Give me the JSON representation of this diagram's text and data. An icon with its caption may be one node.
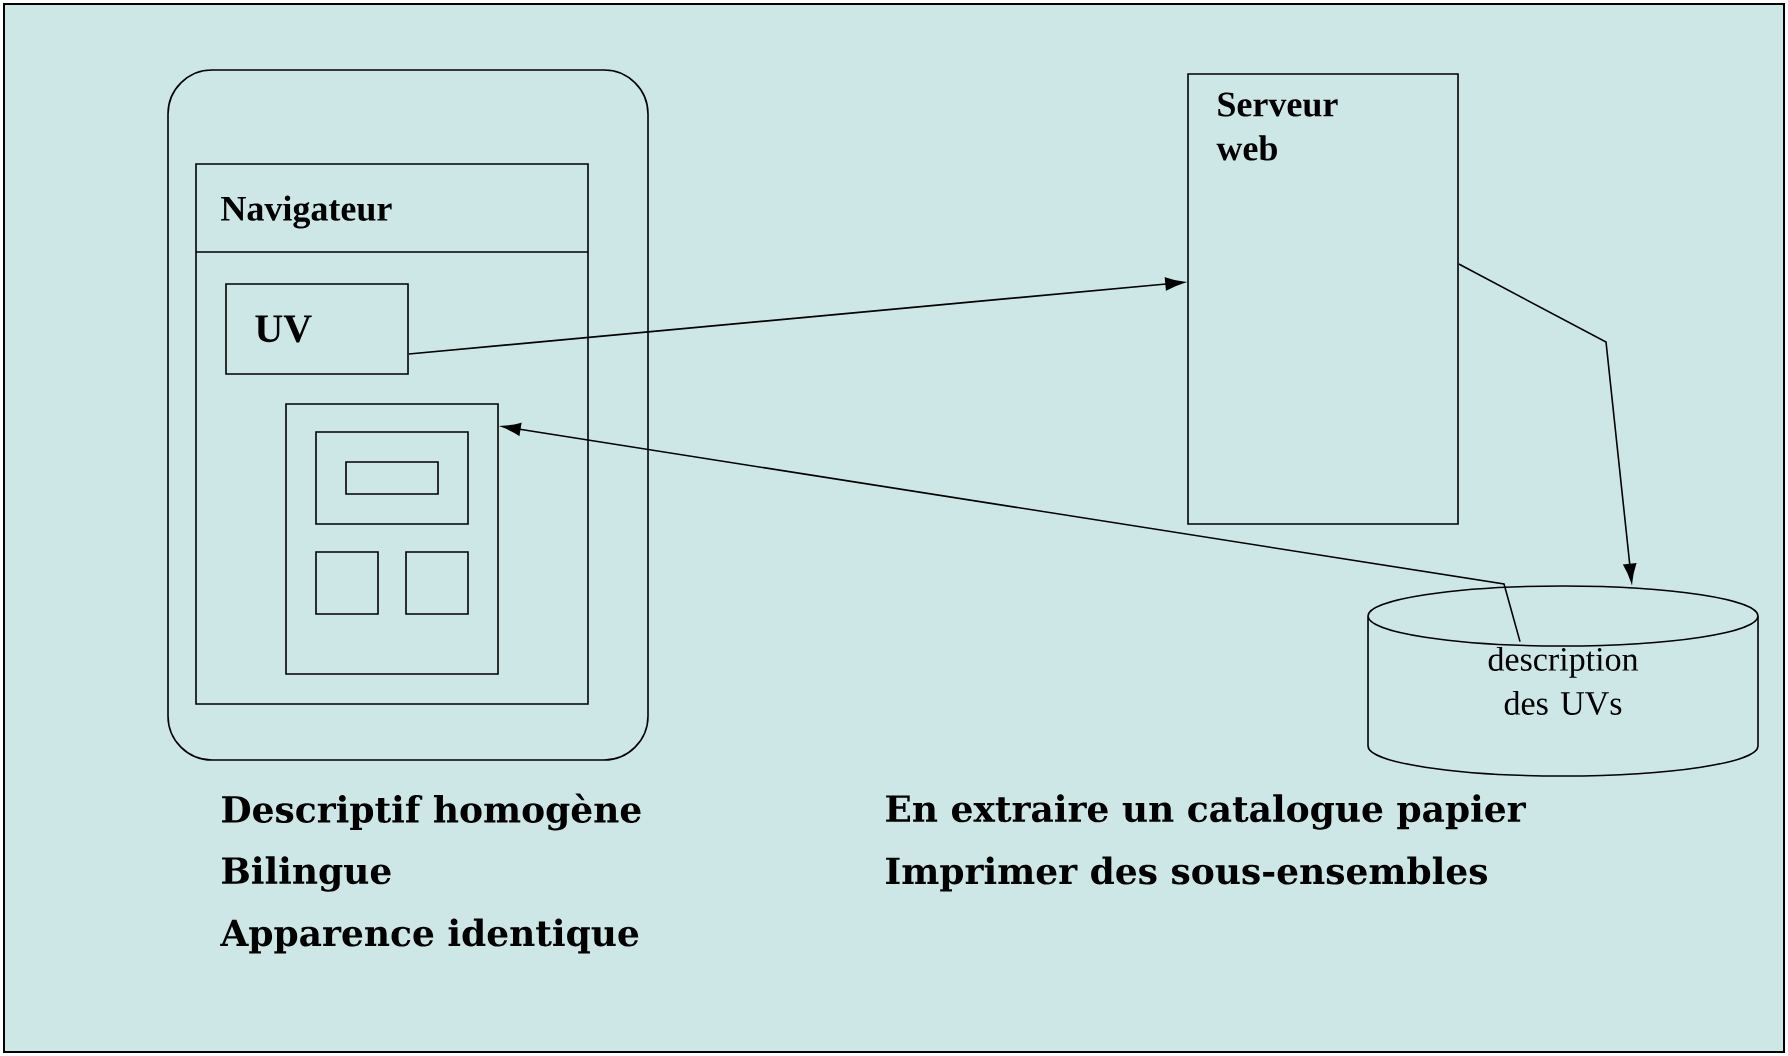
{
  "diagram": {
    "nodes": [
      {
        "text": [],
        "shape": "box"
      },
      {
        "text": [
          "Navigateur"
        ],
        "in": 0
      },
      {
        "text": [
          "UV"
        ],
        "in": 1
      },
      {
        "text": [],
        "shape": "box",
        "in": 1
      },
      {
        "text": [
          "Serveur web"
        ]
      },
      {
        "text": [
          "description des UVs"
        ]
      }
    ],
    "edges": [
      {
        "from": 2,
        "to": 4,
        "arrow": "to"
      },
      {
        "from": 5,
        "to": 3,
        "arrow": "to"
      },
      {
        "from": 4,
        "to": 5,
        "arrow": "to"
      }
    ],
    "labels": [
      "Descriptif homogène",
      "Bilingue",
      "Apparence identique",
      "En extraire un catalogue papier",
      "Imprimer des sous-ensembles"
    ]
  }
}
